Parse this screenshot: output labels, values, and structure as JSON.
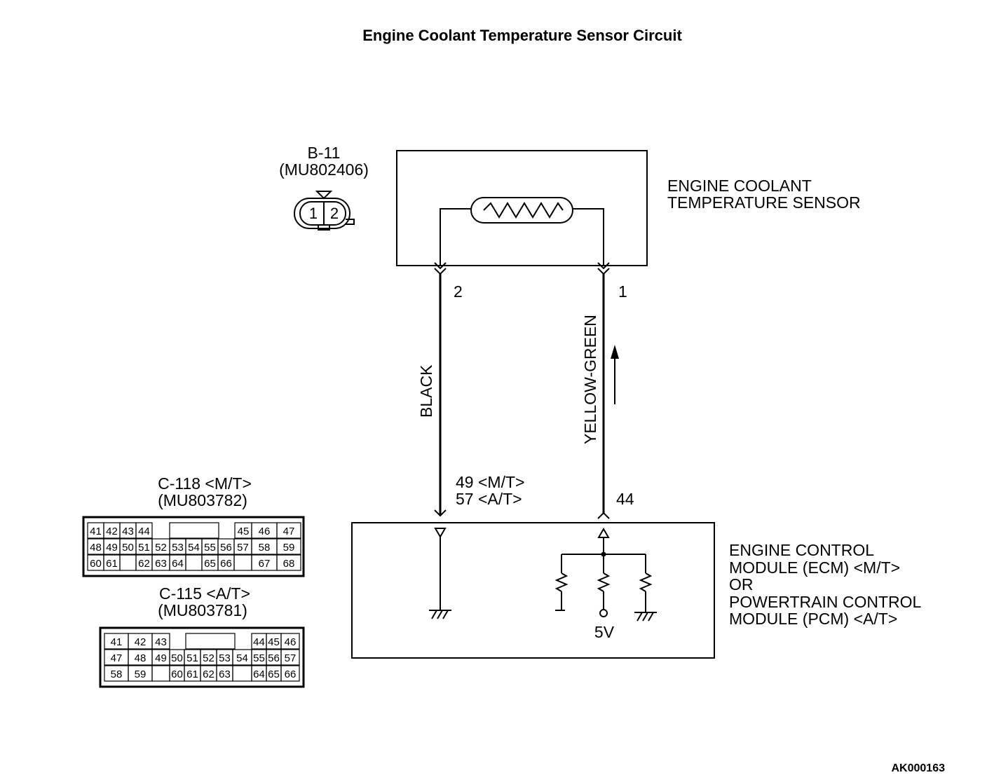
{
  "title": "Engine Coolant Temperature Sensor Circuit",
  "figure_code": "AK000163",
  "sensor": {
    "connector_id": "B-11",
    "part_number": "(MU802406)",
    "name_line1": "ENGINE COOLANT",
    "name_line2": "TEMPERATURE SENSOR",
    "connector_pins": [
      "1",
      "2"
    ],
    "pin_left": "2",
    "pin_right": "1"
  },
  "wires": {
    "left_color": "BLACK",
    "right_color": "YELLOW-GREEN"
  },
  "ecm": {
    "pin_left_line1": "49 <M/T>",
    "pin_left_line2": "57 <A/T>",
    "pin_right": "44",
    "name_lines": [
      "ENGINE CONTROL",
      "MODULE (ECM) <M/T>",
      "OR",
      "POWERTRAIN CONTROL",
      "MODULE (PCM) <A/T>"
    ],
    "supply_label": "5V"
  },
  "connector_c118": {
    "id": "C-118 <M/T>",
    "part_number": "(MU803782)",
    "rows": [
      [
        "41",
        "42",
        "43",
        "44",
        "",
        "",
        "",
        "",
        "45",
        "46",
        "47"
      ],
      [
        "48",
        "49",
        "50",
        "51",
        "52",
        "53",
        "54",
        "55",
        "56",
        "57",
        "58",
        "59"
      ],
      [
        "60",
        "61",
        "",
        "62",
        "63",
        "64",
        "",
        "65",
        "66",
        "",
        "67",
        "68"
      ]
    ]
  },
  "connector_c115": {
    "id": "C-115 <A/T>",
    "part_number": "(MU803781)",
    "rows": [
      [
        "41",
        "42",
        "43",
        "",
        "",
        "",
        "",
        "",
        "44",
        "45",
        "46"
      ],
      [
        "47",
        "48",
        "49",
        "50",
        "51",
        "52",
        "53",
        "54",
        "55",
        "56",
        "57"
      ],
      [
        "58",
        "59",
        "",
        "60",
        "61",
        "62",
        "63",
        "",
        "64",
        "65",
        "66"
      ]
    ]
  }
}
